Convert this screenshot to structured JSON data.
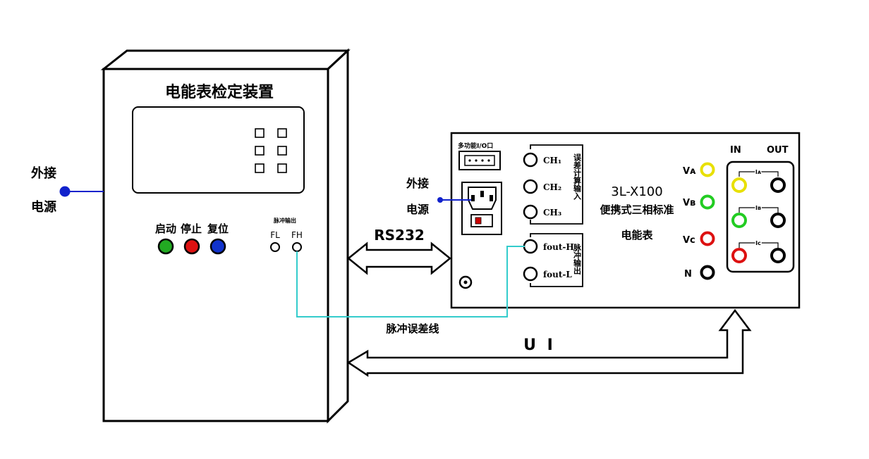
{
  "left_device": {
    "title": "电能表检定装置",
    "power_label_line1": "外接",
    "power_label_line2": "电源",
    "btn_start": "启动",
    "btn_stop": "停止",
    "btn_reset": "复位",
    "pulse_port_title": "脉冲输出",
    "port_fl": "FL",
    "port_fh": "FH",
    "colors": {
      "start": "#22aa22",
      "stop": "#dd1111",
      "reset": "#1133cc"
    }
  },
  "right_device": {
    "io_label": "多功能I/O口",
    "power_label_line1": "外接",
    "power_label_line2": "电源",
    "ch1": "CH₁",
    "ch2": "CH₂",
    "ch3": "CH₃",
    "error_calc_input": "误差计算输入",
    "fout_h": "fout-H",
    "fout_l": "fout-L",
    "pulse_output": "脉冲输出",
    "model": "3L-X100",
    "name_line1": "便携式三相标准",
    "name_line2": "电能表",
    "in_label": "IN",
    "out_label": "OUT",
    "va": "Vᴀ",
    "vb": "Vʙ",
    "vc": "Vᴄ",
    "n": "N",
    "ia": "Iᴀ",
    "ib": "Iʙ",
    "ic": "Iᴄ",
    "colors": {
      "a": "#e8e000",
      "b": "#22cc22",
      "c": "#dd1111"
    }
  },
  "connections": {
    "rs232": "RS232",
    "pulse_error_line": "脉冲误差线",
    "ui": "U I",
    "colors": {
      "pulse_line": "#33cccc",
      "power_line": "#1122cc"
    }
  }
}
